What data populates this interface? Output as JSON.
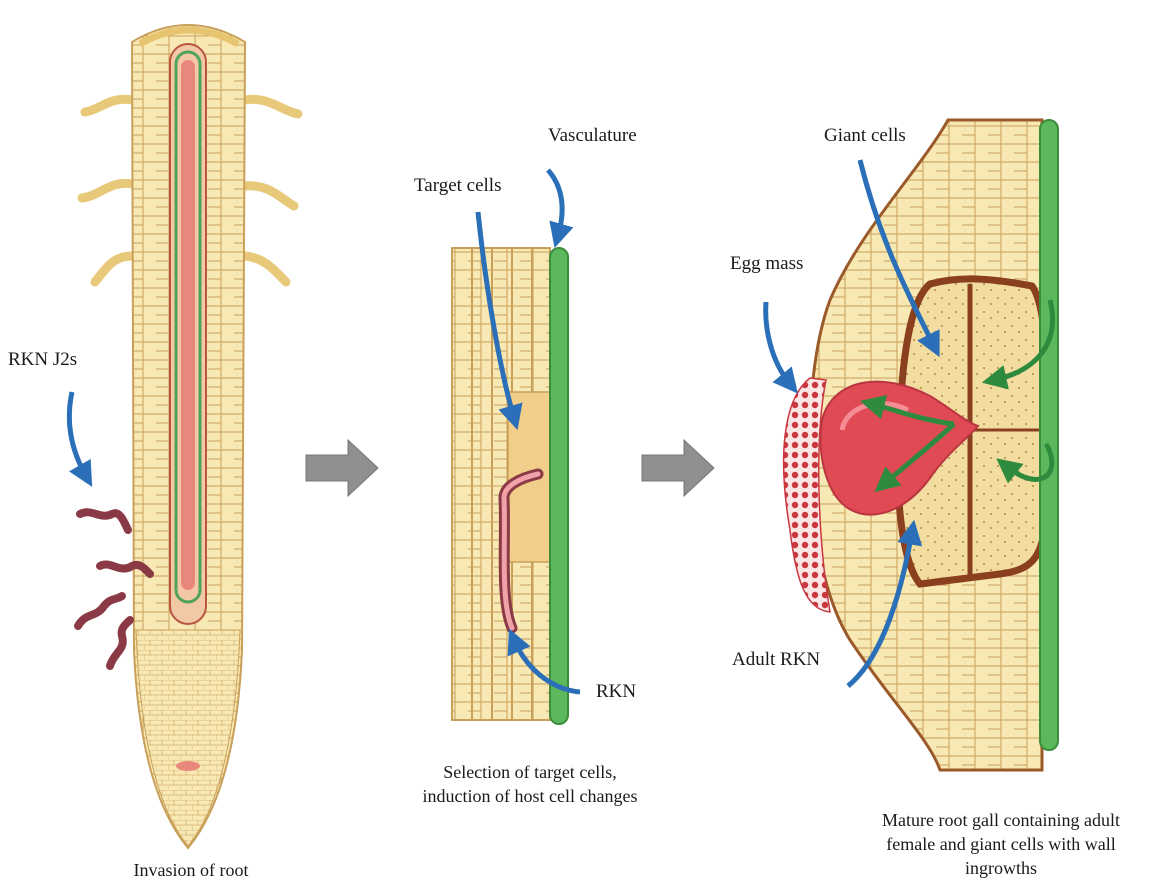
{
  "panels": {
    "invasion": {
      "caption": "Invasion of root",
      "labels": {
        "j2s": "RKN J2s"
      }
    },
    "selection": {
      "caption_line1": "Selection of target cells,",
      "caption_line2": "induction of host cell changes",
      "labels": {
        "vasculature": "Vasculature",
        "target_cells": "Target cells",
        "rkn": "RKN"
      }
    },
    "gall": {
      "caption_line1": "Mature root gall containing adult",
      "caption_line2": "female and giant cells with wall",
      "caption_line3": "ingrowths",
      "labels": {
        "giant_cells": "Giant cells",
        "egg_mass": "Egg mass",
        "adult_rkn": "Adult RKN"
      }
    }
  },
  "colors": {
    "cell_fill": "#f8e9b4",
    "cell_line": "#c9a05a",
    "vascular_green": "#5cb85c",
    "stele_red": "#e8877c",
    "nematode": "#8a3a44",
    "arrow_blue": "#2a6fb8",
    "arrow_green": "#2e8b3e",
    "gray_arrow": "#8f8f8f",
    "giant_cell_fill": "#f3dca0",
    "giant_cell_border": "#8a3f1f",
    "female_red": "#e04a55"
  },
  "icons": [
    "process-arrow-icon",
    "process-arrow-icon"
  ]
}
